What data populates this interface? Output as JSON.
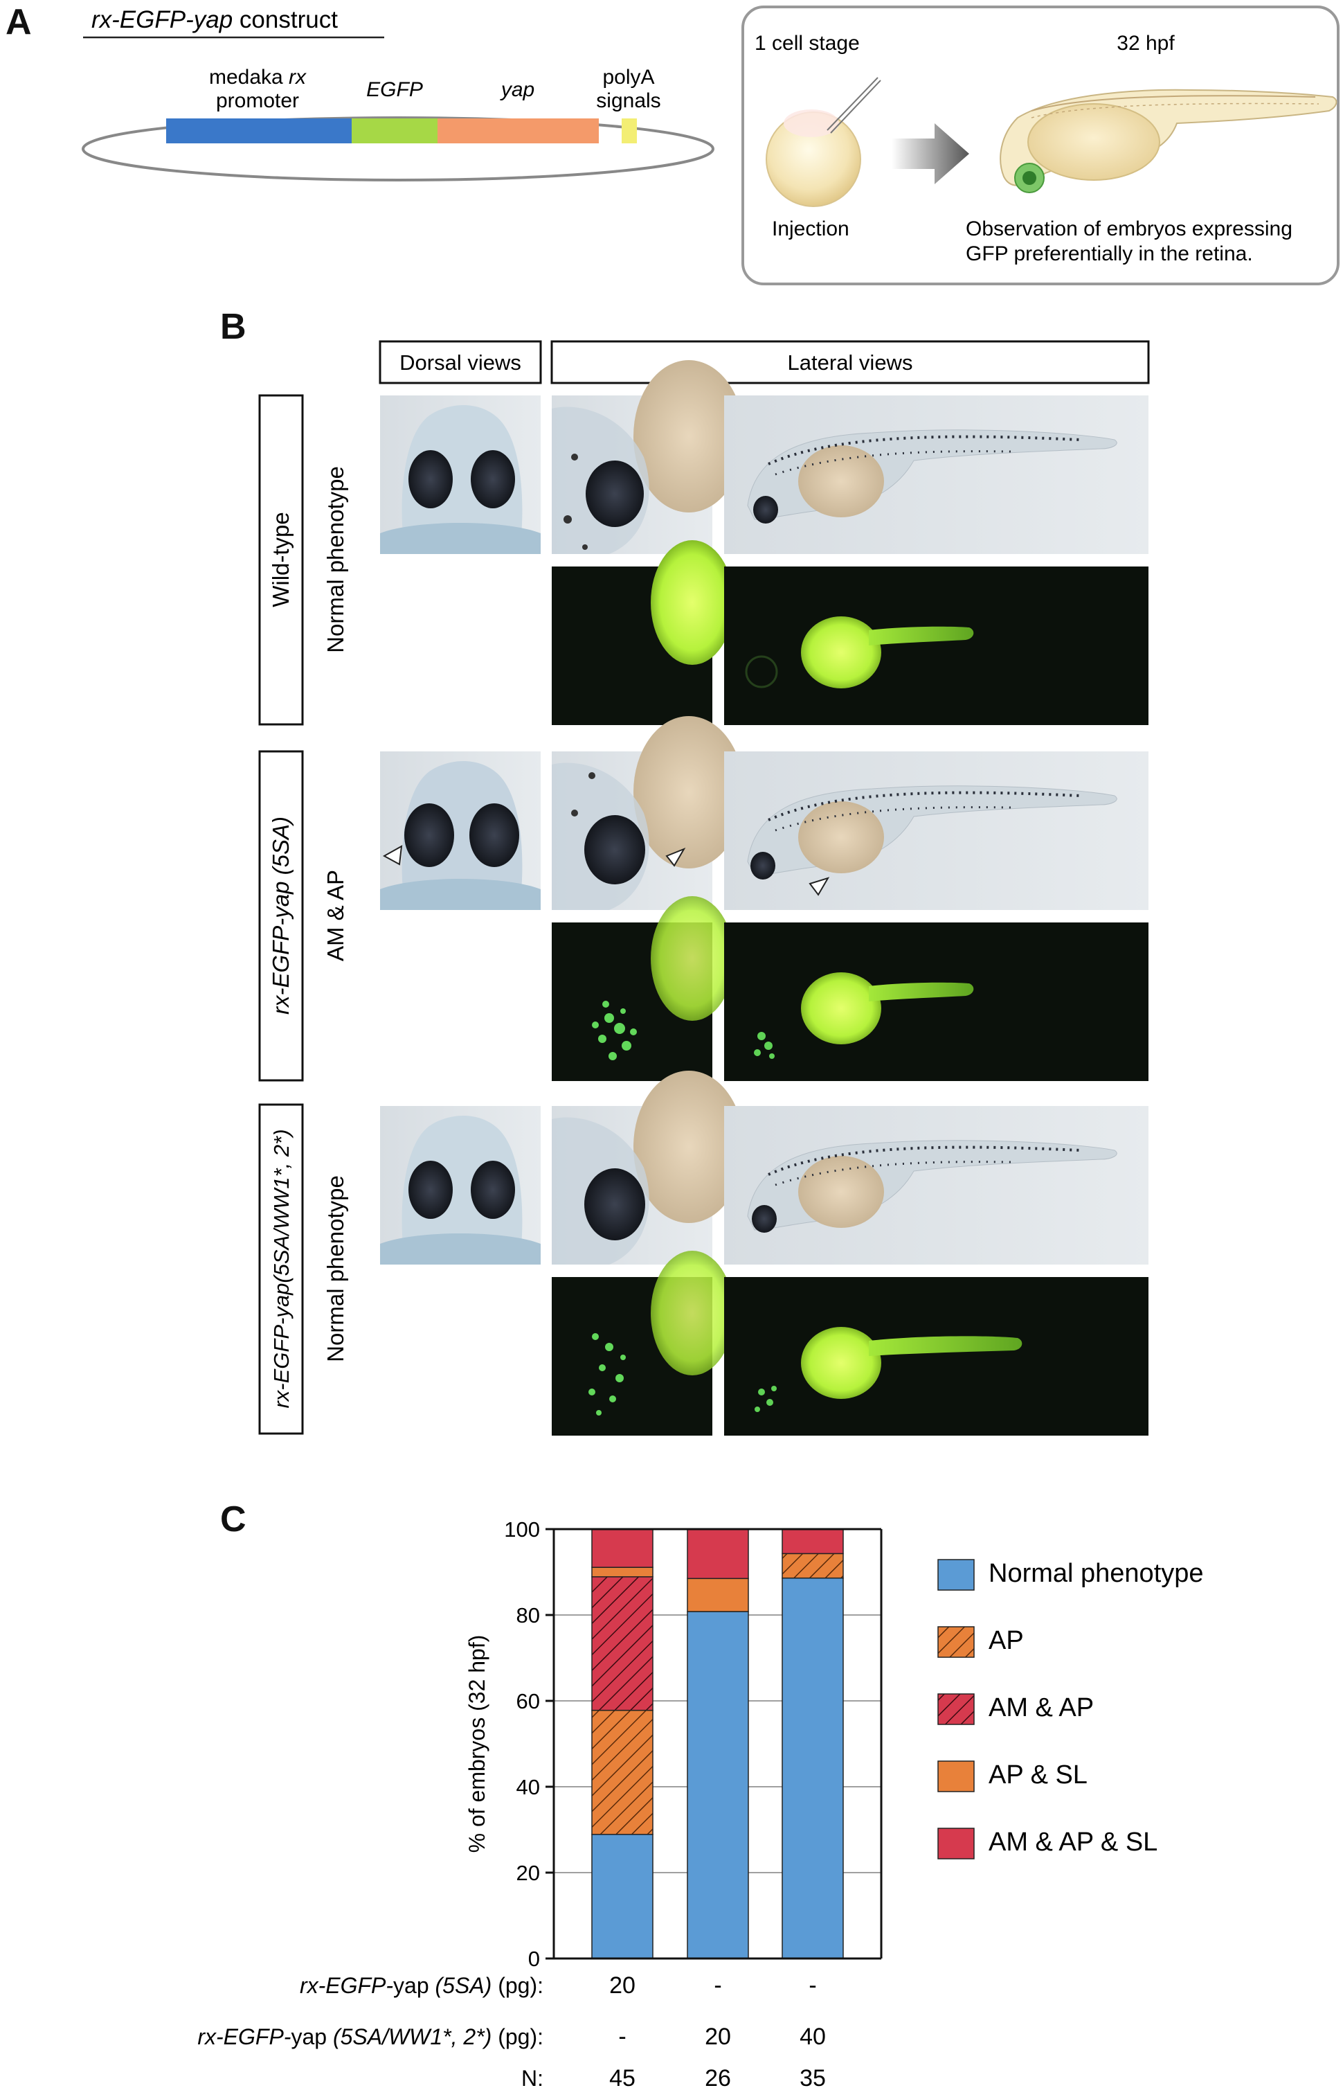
{
  "panel_a": {
    "letter": "A",
    "construct_title_italic": "rx-EGFP-yap",
    "construct_title_rest": " construct",
    "label_medaka_line1_a": "medaka ",
    "label_medaka_line1_b": "rx",
    "label_medaka_line2": "promoter",
    "label_egfp": "EGFP",
    "label_yap": "yap",
    "label_polya_line1": "polyA",
    "label_polya_line2": "signals",
    "colors": {
      "promoter": "#3a78c9",
      "egfp": "#a6d846",
      "yap": "#f49a6a",
      "polya": "#f3ee74"
    },
    "box": {
      "stage1": "1 cell stage",
      "stage2": "32 hpf",
      "injection": "Injection",
      "observation_line1": "Observation of embryos expressing",
      "observation_line2": "GFP preferentially in the retina."
    }
  },
  "panel_b": {
    "letter": "B",
    "dorsal_header": "Dorsal views",
    "lateral_header": "Lateral views",
    "rows": [
      {
        "genotype": "Wild-type",
        "phenotype": "Normal phenotype"
      },
      {
        "genotype_a": "rx-EGFP-yap",
        "genotype_b": " (5SA)",
        "phenotype": "AM & AP"
      },
      {
        "genotype_a": "rx-EGFP-yap",
        "genotype_b": "(5SA/WW1*, 2*)",
        "phenotype": "Normal phenotype"
      }
    ]
  },
  "panel_c": {
    "letter": "C",
    "row_labels": [
      {
        "a": "rx-EGFP-",
        "b": "yap",
        "c": " (5SA)",
        "d": " (pg):",
        "values": [
          "20",
          "-",
          "-"
        ]
      },
      {
        "a": "rx-EGFP-",
        "b": "yap",
        "c": " (5SA/WW1*, 2*)",
        "d": " (pg):",
        "values": [
          "-",
          "20",
          "40"
        ]
      },
      {
        "label": "N:",
        "values": [
          "45",
          "26",
          "35"
        ]
      }
    ]
  },
  "chart_data": {
    "type": "bar",
    "stacked": true,
    "ylabel": "% of embryos (32 hpf)",
    "ylim": [
      0,
      100
    ],
    "yticks": [
      "0",
      "20",
      "40",
      "60",
      "80",
      "100"
    ],
    "grid": true,
    "legend_position": "right",
    "categories": [
      "45",
      "26",
      "35"
    ],
    "series": [
      {
        "name": "Normal phenotype",
        "color": "#5b9bd5",
        "pattern": "solid",
        "values": [
          28.9,
          80.8,
          88.6
        ]
      },
      {
        "name": "AP",
        "color": "#e8813a",
        "pattern": "hatch",
        "values": [
          28.9,
          0,
          5.7
        ]
      },
      {
        "name": "AM & AP",
        "color": "#d63a4e",
        "pattern": "hatch",
        "values": [
          31.1,
          0,
          0
        ]
      },
      {
        "name": "AP & SL",
        "color": "#e8813a",
        "pattern": "solid",
        "values": [
          2.2,
          7.7,
          0
        ]
      },
      {
        "name": "AM & AP & SL",
        "color": "#d63a4e",
        "pattern": "solid",
        "values": [
          8.9,
          11.5,
          5.7
        ]
      }
    ]
  }
}
